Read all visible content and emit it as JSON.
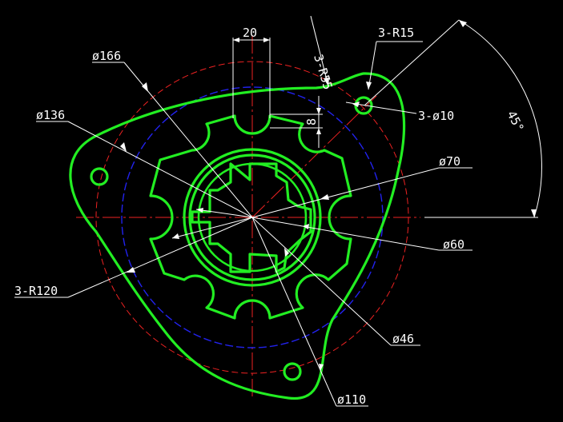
{
  "drawing": {
    "background": "#000000",
    "part_color": "#22ee22",
    "centerline_color": "#ee2222",
    "pcd_color": "#2222ee",
    "dimension_color": "#ffffff"
  },
  "dimensions": {
    "width_20": "20",
    "radius_3r55": "3-R55",
    "radius_3r15": "3-R15",
    "dia_166": "ø166",
    "dia_136": "ø136",
    "hole_3d10": "3-ø10",
    "depth_8": "8",
    "dia_70": "ø70",
    "angle_45": "45°",
    "dia_60": "ø60",
    "radius_3r120": "3-R120",
    "dia_46": "ø46",
    "dia_110": "ø110"
  }
}
